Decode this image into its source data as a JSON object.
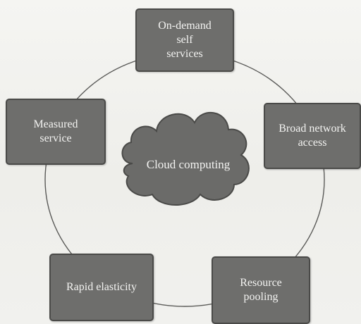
{
  "center": {
    "label": "Cloud computing",
    "icon": "cloud-icon"
  },
  "nodes": [
    {
      "id": "on-demand",
      "label": "On-demand\nself\nservices"
    },
    {
      "id": "broad-network",
      "label": "Broad network\naccess"
    },
    {
      "id": "resource-pooling",
      "label": "Resource\npooling"
    },
    {
      "id": "rapid-elasticity",
      "label": "Rapid elasticity"
    },
    {
      "id": "measured-service",
      "label": "Measured\nservice"
    }
  ],
  "colors": {
    "node_fill": "#6e6e6c",
    "node_border": "#4a4a48",
    "text": "#f3f3f1",
    "cloud_fill": "#6b6b69",
    "ring": "#5a5a58"
  }
}
